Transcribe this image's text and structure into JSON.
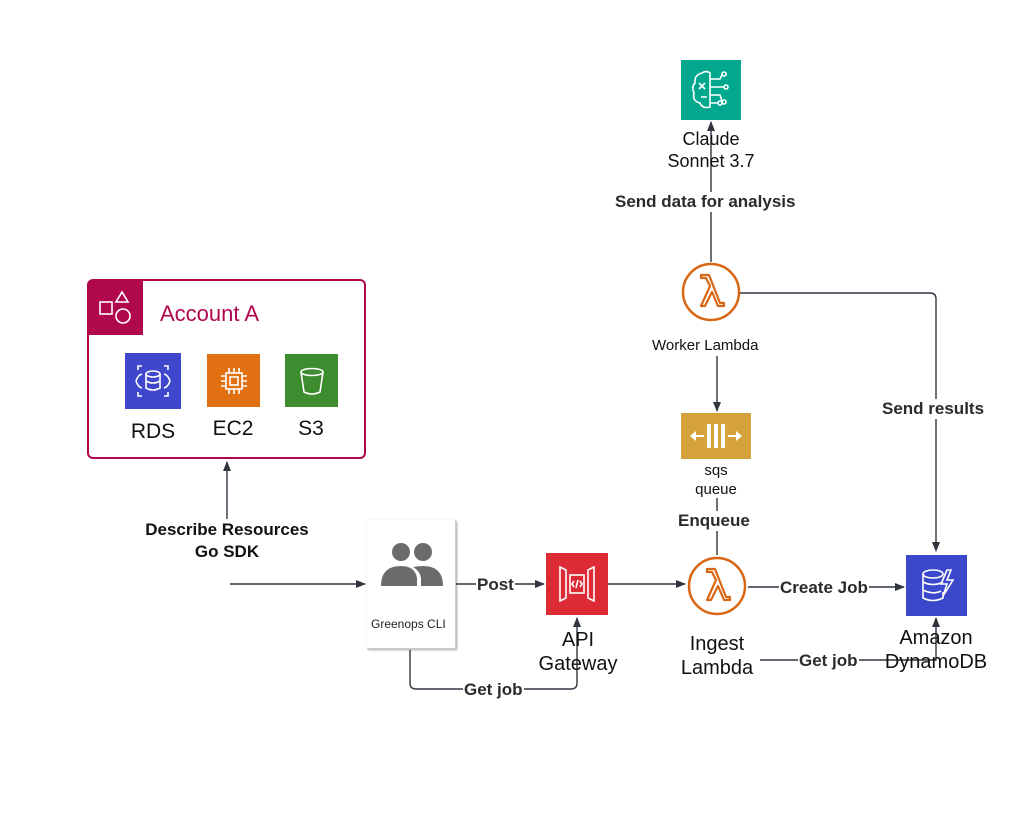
{
  "account": {
    "title": "Account A"
  },
  "services": [
    {
      "label": "RDS",
      "color": "#3f48cc",
      "icon": "rds-icon"
    },
    {
      "label": "EC2",
      "color": "#e07012",
      "icon": "ec2-icon"
    },
    {
      "label": "S3",
      "color": "#3d8c2f",
      "icon": "s3-icon"
    }
  ],
  "nodes": {
    "claude": {
      "line1": "Claude",
      "line2": "Sonnet 3.7",
      "color": "#01a88d"
    },
    "worker": {
      "label": "Worker Lambda",
      "color": "#d86613"
    },
    "sqs": {
      "line1": "sqs",
      "line2": "queue",
      "color": "#d6a23c"
    },
    "cli": {
      "label": "Greenops CLI"
    },
    "api": {
      "line1": "API",
      "line2": "Gateway",
      "color": "#dd2b36"
    },
    "ingest": {
      "line1": "Ingest",
      "line2": "Lambda",
      "color": "#d86613"
    },
    "dynamo": {
      "line1": "Amazon",
      "line2": "DynamoDB",
      "color": "#3b48cc"
    }
  },
  "edges": {
    "send_data": "Send data for analysis",
    "send_results": "Send results",
    "enqueue": "Enqueue",
    "describe_line1": "Describe Resources",
    "describe_line2": "Go SDK",
    "post": "Post",
    "create_job": "Create Job",
    "get_job_dynamo": "Get job",
    "get_job_cli": "Get job"
  }
}
